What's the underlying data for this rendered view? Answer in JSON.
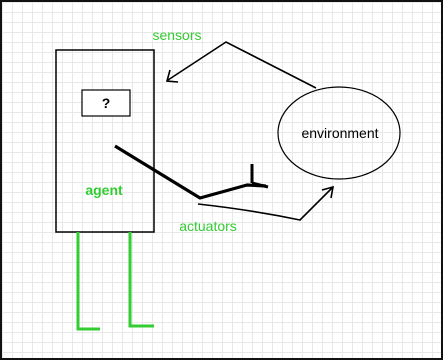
{
  "diagram": {
    "sensors_label": "sensors",
    "environment_label": "environment",
    "actuators_label": "actuators",
    "agent_label": "agent",
    "unknown_mark": "?",
    "colors": {
      "label_green": "#33cc33",
      "leg_green": "#33cc33",
      "stroke": "#000000",
      "grid": "#e8e8e8"
    }
  }
}
